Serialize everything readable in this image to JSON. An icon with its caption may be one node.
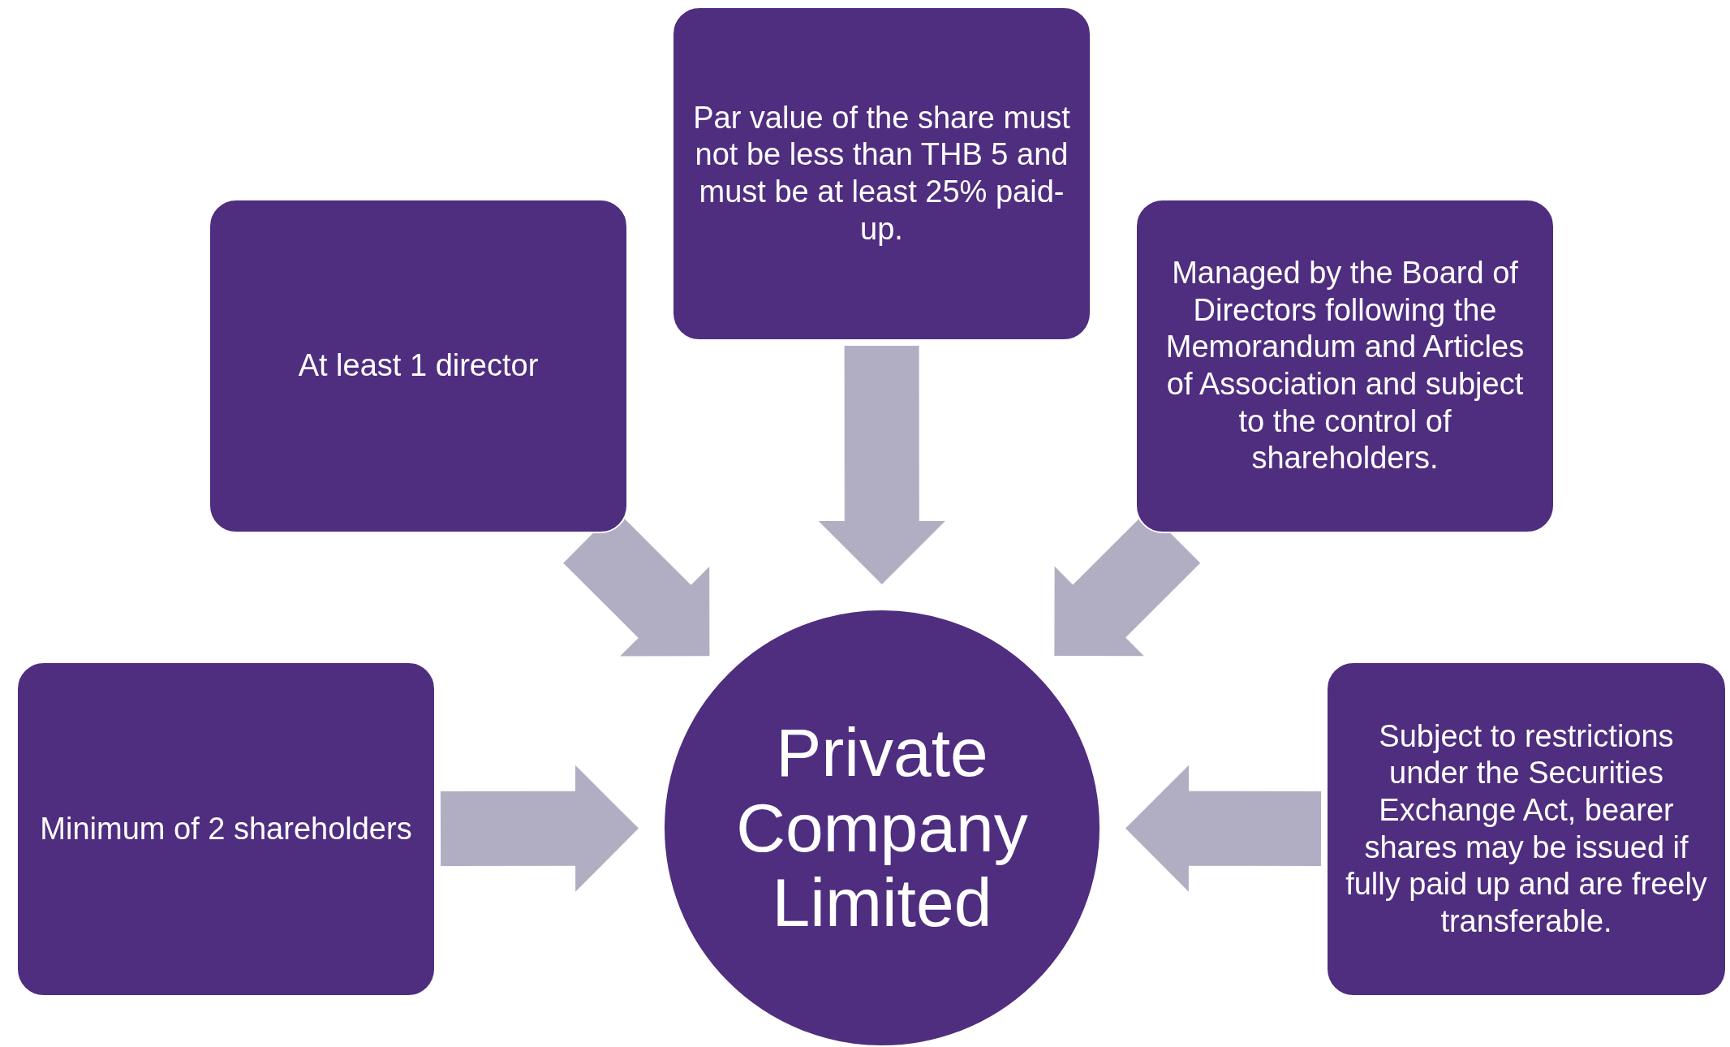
{
  "diagram": {
    "nodes": [
      {
        "text": [
          "Par value of the share must not be less than THB 5 and must be at least 25% paid-up."
        ]
      },
      {
        "text": [
          "At least 1 director"
        ]
      },
      {
        "text": [
          "Managed by the Board of Directors following the Memorandum and Articles of Association and subject to the control of shareholders."
        ]
      },
      {
        "text": [
          "Minimum of 2 shareholders"
        ]
      },
      {
        "text": [
          "Private Company Limited"
        ]
      },
      {
        "text": [
          "Subject to restrictions under the Securities Exchange Act, bearer shares may be issued if fully paid up and are freely transferable."
        ]
      }
    ],
    "edges": [
      {
        "from": 0,
        "to": 4,
        "arrow": "to"
      },
      {
        "from": 1,
        "to": 4,
        "arrow": "to"
      },
      {
        "from": 2,
        "to": 4,
        "arrow": "to"
      },
      {
        "from": 3,
        "to": 4,
        "arrow": "to"
      },
      {
        "from": 5,
        "to": 4,
        "arrow": "to"
      }
    ]
  }
}
